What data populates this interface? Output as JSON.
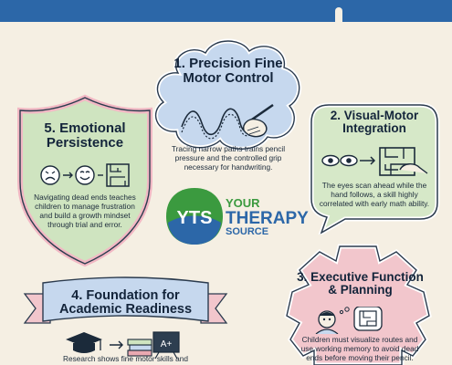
{
  "colors": {
    "header_blue": "#2c67a8",
    "cloud_blue": "#c6d8ee",
    "bubble_green": "#d6e8c8",
    "shield_green": "#cfe4c0",
    "banner_blue": "#c6d8ee",
    "gear_pink": "#f2c6cc",
    "logo_green": "#3b9a3f",
    "logo_blue": "#2c67a8"
  },
  "cards": {
    "fine_motor": {
      "title": "1. Precision Fine Motor Control",
      "body": "Tracing narrow paths trains pencil pressure and the controlled grip necessary for handwriting.",
      "icon": "hand-tracing-wavy-path-icon"
    },
    "visual_motor": {
      "title": "2. Visual-Motor Integration",
      "body": "The eyes scan ahead while the hand follows, a skill highly correlated with early math ability.",
      "icon": "eyes-and-maze-icon"
    },
    "executive": {
      "title": "3. Executive Function & Planning",
      "body": "Children must visualize routes and use working memory to avoid dead ends before moving their pencil.",
      "icon": "thinking-child-maze-icon"
    },
    "academic": {
      "title": "4. Foundation for Academic Readiness",
      "body": "Research shows fine motor skills and",
      "icon": "graduation-cap-books-icon",
      "board_label": "A+"
    },
    "emotional": {
      "title": "5. Emotional Persistence",
      "body": "Navigating dead ends teaches children to manage frustration and build a growth mindset through trial and error.",
      "icon": "frustrated-to-happy-face-icon"
    }
  },
  "logo": {
    "mark": "YTS",
    "line1": "YOUR",
    "line2": "THERAPY",
    "line3": "SOURCE"
  }
}
